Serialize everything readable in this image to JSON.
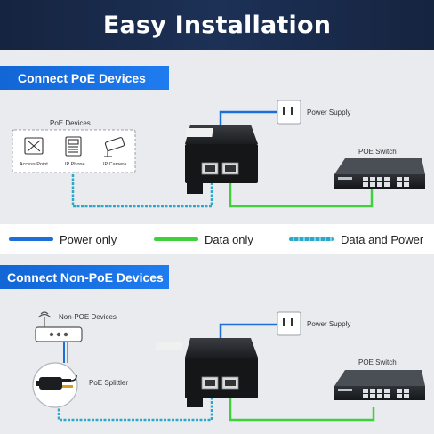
{
  "header": {
    "title": "Easy Installation"
  },
  "section1": {
    "title": "Connect PoE Devices",
    "poe_devices_label": "PoE Devices",
    "devices": [
      "Access Point",
      "IP Phone",
      "IP Camera"
    ],
    "power_supply_label": "Power Supply",
    "poe_switch_label": "POE Switch"
  },
  "legend": {
    "power_only": "Power only",
    "data_only": "Data only",
    "data_and_power": "Data and Power",
    "colors": {
      "power": "#1c6fd8",
      "data": "#3fd13a",
      "data_power": "#2aa7c9"
    }
  },
  "section2": {
    "title": "Connect Non-PoE Devices",
    "non_poe_label": "Non-POE Devices",
    "splitter_label": "PoE Splittler",
    "power_supply_label": "Power Supply",
    "poe_switch_label": "POE Switch"
  }
}
